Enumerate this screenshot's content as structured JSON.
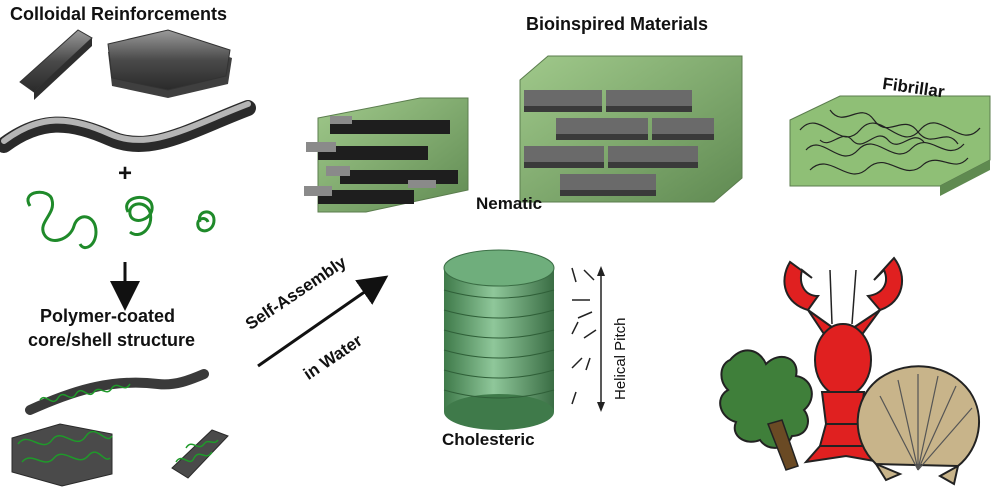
{
  "labels": {
    "colloidal": "Colloidal Reinforcements",
    "bioinspired": "Bioinspired Materials",
    "plus": "+",
    "polymer_line1": "Polymer-coated",
    "polymer_line2": "core/shell structure",
    "self_assembly": "Self-Assembly",
    "in_water": "in Water",
    "nematic": "Nematic",
    "fibrillar": "Fibrillar",
    "cholesteric": "Cholesteric",
    "helical_pitch": "Helical Pitch"
  },
  "colors": {
    "rod_gray": "#5a5a5a",
    "polymer_green": "#1f8a2a",
    "matrix_green": "#7fae6a",
    "lobster_red": "#e02020",
    "leaf_green": "#3f7f3a",
    "shell_tan": "#c8b48a"
  },
  "icons": [
    "rod-icon",
    "platelet-icon",
    "fiber-icon",
    "polymer-coil-icon",
    "arrow-down-icon",
    "arrow-diagonal-icon",
    "lobster-icon",
    "leaf-icon",
    "seashell-icon"
  ]
}
